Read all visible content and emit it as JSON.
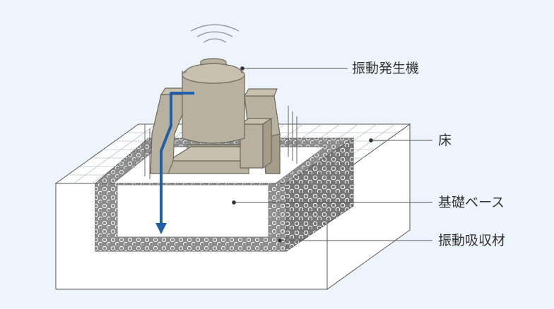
{
  "labels": {
    "vibration_generator": "振動発生機",
    "floor": "床",
    "foundation_base": "基礎ベース",
    "vibration_absorber": "振動吸収材"
  },
  "colors": {
    "background": "#eef4fb",
    "machine_fill": "#b9b19f",
    "machine_dark": "#a49c89",
    "machine_stroke": "#6d685c",
    "absorber_fill": "#8c8c8c",
    "absorber_dark": "#767676",
    "floor_fill": "#ffffff",
    "arrow": "#1f5fa8",
    "leader_line": "#555555"
  }
}
